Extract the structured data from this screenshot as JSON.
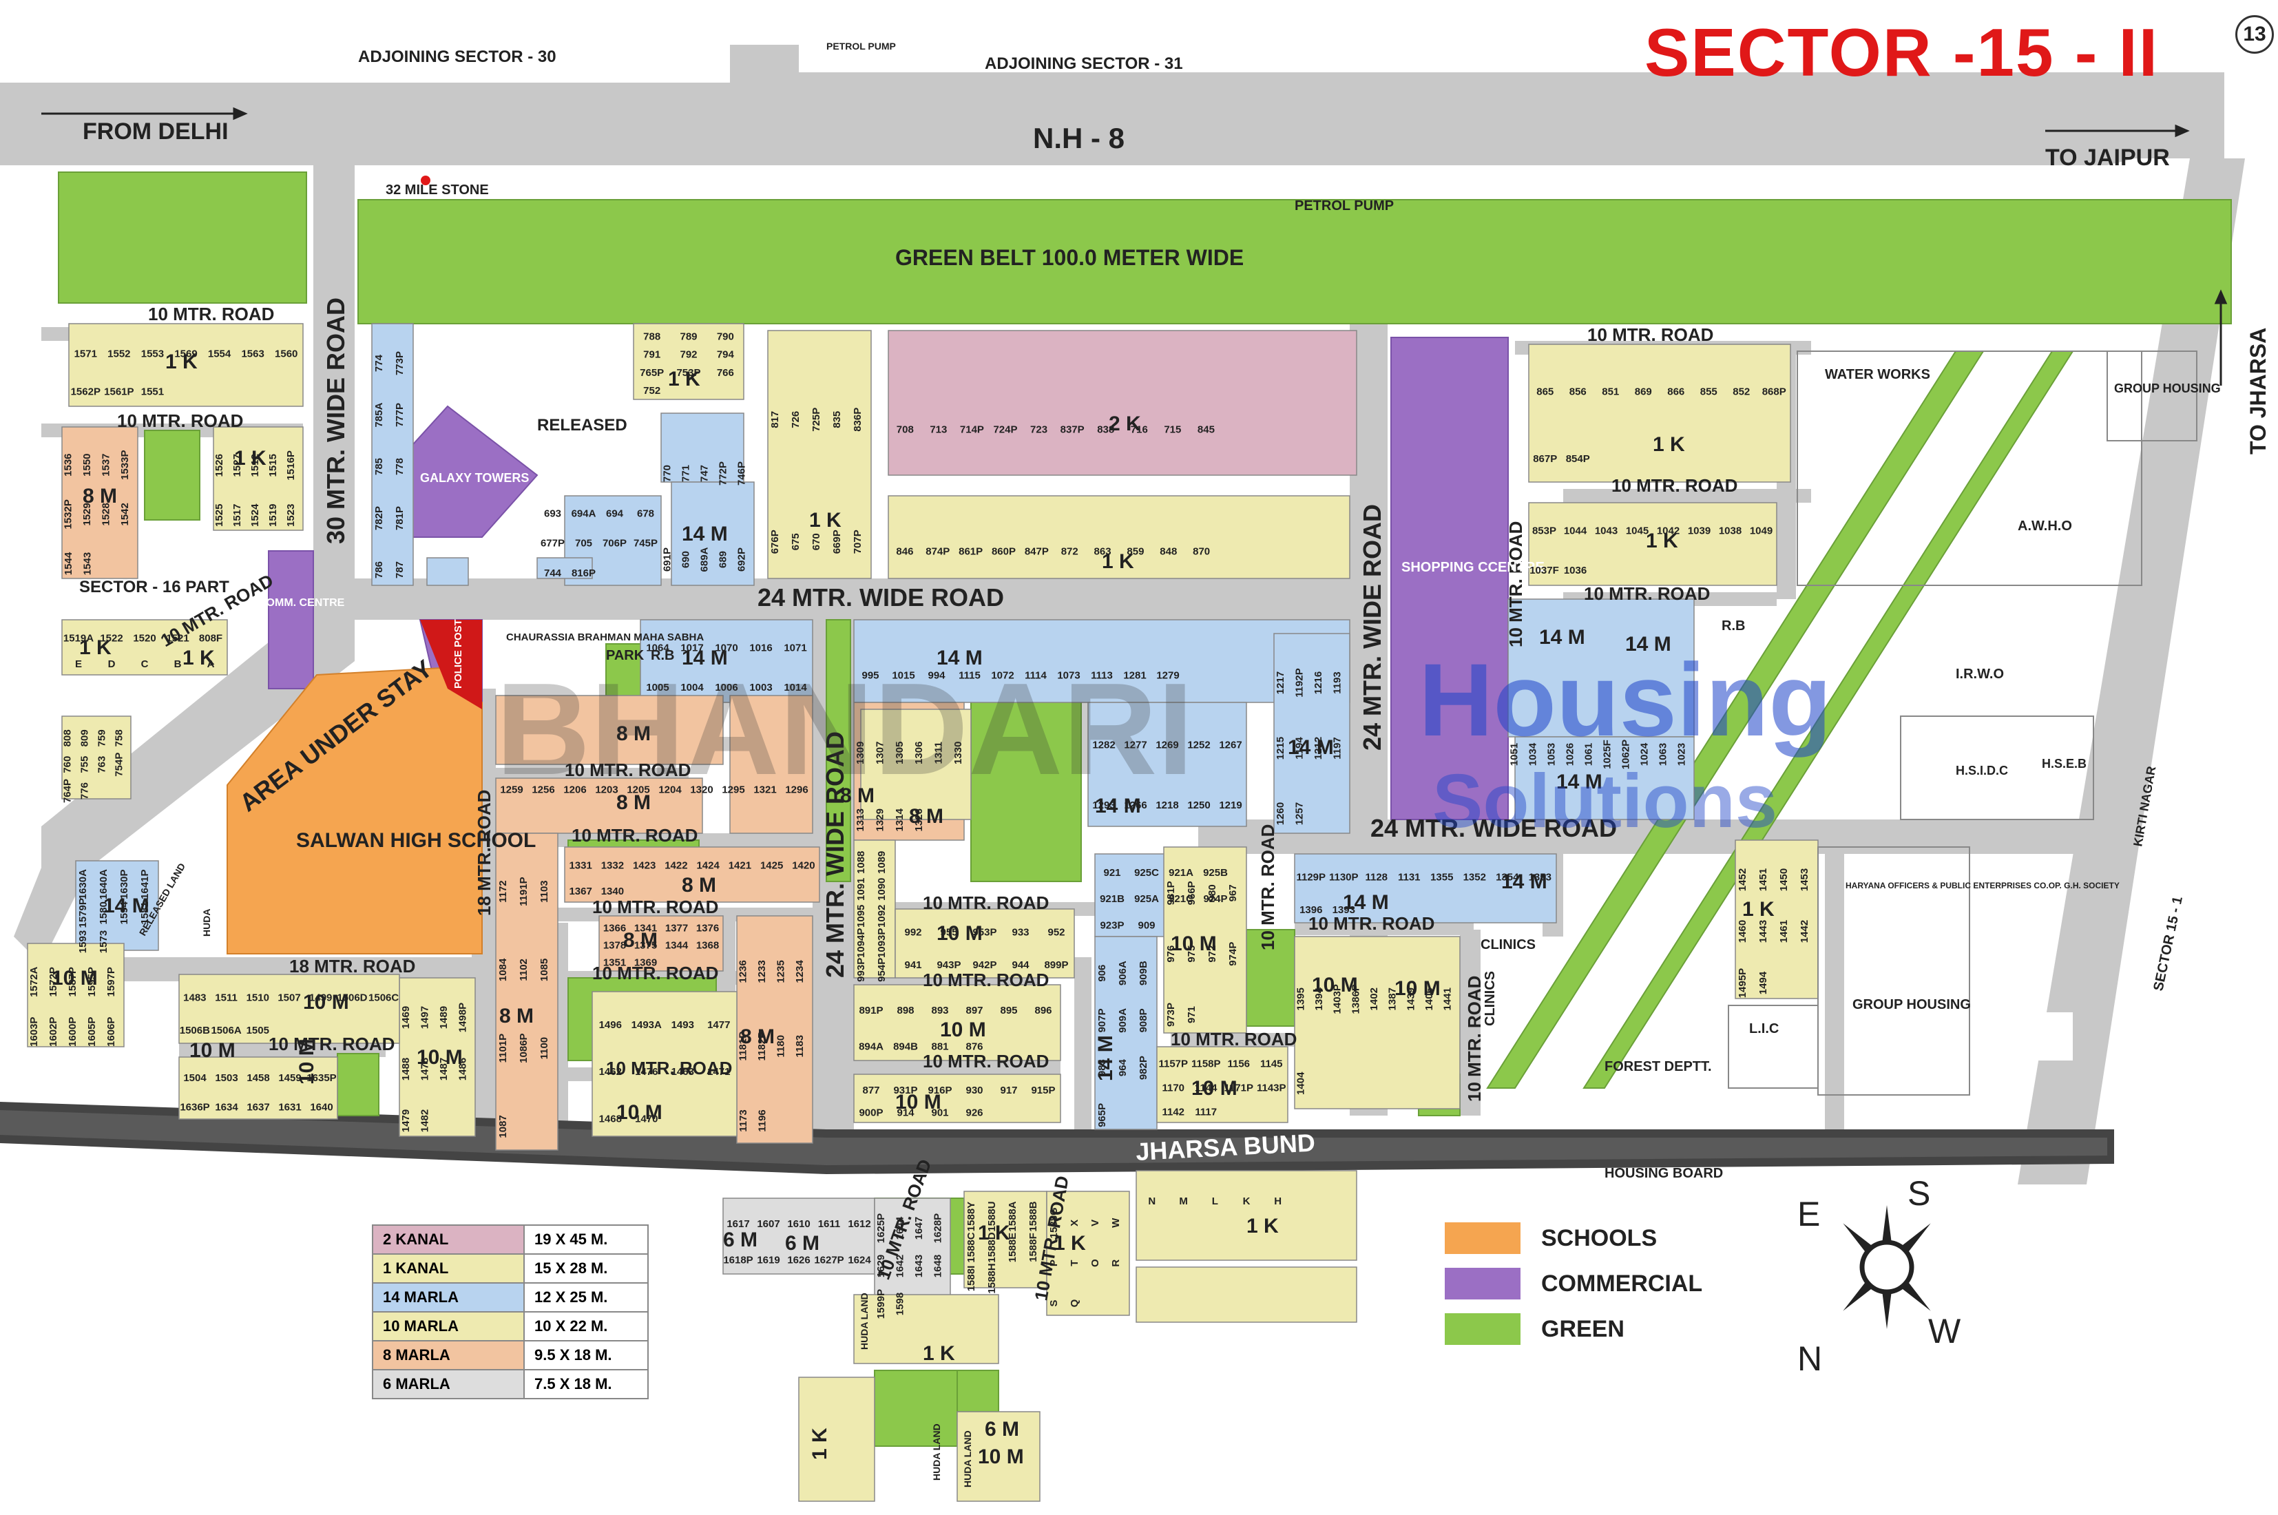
{
  "title": "SECTOR -15 - II",
  "sheet_number": "13",
  "colors": {
    "road": "#c8c8c8",
    "green": "#8cc84b",
    "commercial": "#9b6fc4",
    "school": "#f5a550",
    "two_kanal": "#dbb3c2",
    "one_kanal": "#eeeab0",
    "fourteen_marla": "#b8d3ef",
    "ten_marla": "#eeeab0",
    "eight_marla": "#f2c4a0",
    "six_marla": "#dddddd",
    "bund": "#444444",
    "title_red": "#e01818"
  },
  "top_labels": {
    "adj_30": "ADJOINING SECTOR - 30",
    "adj_31": "ADJOINING SECTOR - 31",
    "petrol_pump_top": "PETROL PUMP",
    "from_delhi": "FROM DELHI",
    "nh8": "N.H - 8",
    "to_jaipur": "TO JAIPUR",
    "mile_stone": "32 MILE STONE",
    "petrol_pump_belt": "PETROL PUMP",
    "green_belt": "GREEN BELT 100.0 METER WIDE",
    "to_jharsa": "TO JHARSA"
  },
  "roads": {
    "r30": "30 MTR. WIDE ROAD",
    "r24_top": "24 MTR. WIDE ROAD",
    "r24_vert_left": "24 MTR. WIDE ROAD",
    "r24_vert_right": "24 MTR. WIDE ROAD",
    "r24_lower": "24 MTR. WIDE ROAD",
    "r18_h": "18 MTR. ROAD",
    "r18_v": "18 MTR. ROAD",
    "r10": "10 MTR. ROAD",
    "area_under_stay": "AREA UNDER STAY",
    "jharsa_bund": "JHARSA BUND"
  },
  "places": {
    "released": "RELEASED",
    "galaxy_towers": "GALAXY TOWERS",
    "comm_centre": "COMM. CENTRE",
    "sector16": "SECTOR - 16 PART",
    "police_post": "POLICE POST",
    "salwan": "SALWAN HIGH SCHOOL",
    "chaurassia": "CHAURASSIA BRAHMAN MAHA SABHA",
    "park": "PARK",
    "rb": "R.B",
    "shopping": "SHOPPING CCENTRE",
    "water_works": "WATER WORKS",
    "group_housing_top": "GROUP HOUSING",
    "awho": "A.W.H.O",
    "irwo": "I.R.W.O",
    "hsidc": "H.S.I.D.C",
    "hseb": "H.S.E.B",
    "kirti_nagar": "KIRTI NAGAR",
    "haryana_officers": "HARYANA OFFICERS & PUBLIC ENTERPRISES CO.OP. G.H. SOCIETY",
    "sector15_1": "SECTOR 15 - 1",
    "group_housing_low": "GROUP HOUSING",
    "lic": "L.I.C",
    "forest": "FOREST DEPTT.",
    "clinics1": "CLINICS",
    "clinics2": "CLINICS",
    "housing_board": "HOUSING BOARD",
    "released_land": "RELEASED LAND",
    "huda": "HUDA",
    "huda_land": "HUDA LAND"
  },
  "sizes": {
    "k1": "1 K",
    "k2": "2 K",
    "m14": "14 M",
    "m10": "10 M",
    "m8": "8 M",
    "m6": "6 M"
  },
  "plot_numbers": [
    "1571",
    "1552",
    "1553",
    "1569",
    "1554",
    "1563",
    "1560",
    "1562P",
    "1561P",
    "1551",
    "1536",
    "1550",
    "1537",
    "1533P",
    "1532P",
    "1529",
    "1528",
    "1542",
    "1544",
    "1543",
    "1526",
    "1527",
    "1512",
    "1515",
    "1516P",
    "1525",
    "1517",
    "1524",
    "1519",
    "1523",
    "1519A",
    "1522",
    "1520",
    "1521",
    "808F",
    "E",
    "D",
    "C",
    "B",
    "A",
    "808",
    "809",
    "759",
    "758",
    "760",
    "755",
    "763",
    "754P",
    "764P",
    "776",
    "774",
    "773P",
    "785A",
    "777P",
    "785",
    "778",
    "782P",
    "781P",
    "786",
    "787",
    "788",
    "789",
    "790",
    "791",
    "792",
    "794",
    "765P",
    "753P",
    "766",
    "752",
    "770",
    "771",
    "747",
    "772P",
    "746P",
    "691P",
    "690",
    "689A",
    "689",
    "692P",
    "693",
    "694A",
    "694",
    "678",
    "677P",
    "705",
    "706P",
    "745P",
    "744",
    "816P",
    "817",
    "726",
    "725P",
    "835",
    "836P",
    "676P",
    "675",
    "670",
    "669P",
    "707P",
    "708",
    "713",
    "714P",
    "724P",
    "723",
    "837P",
    "838",
    "716",
    "715",
    "845",
    "846",
    "874P",
    "861P",
    "860P",
    "847P",
    "872",
    "863",
    "859",
    "848",
    "870",
    "865",
    "856",
    "851",
    "869",
    "866",
    "855",
    "852",
    "868P",
    "867P",
    "854P",
    "853P",
    "1044",
    "1043",
    "1045",
    "1042",
    "1039",
    "1038",
    "1049",
    "1037F",
    "1036",
    "1051",
    "1034",
    "1053",
    "1026",
    "1061",
    "1025F",
    "1062P",
    "1024",
    "1063",
    "1023",
    "1064",
    "1017",
    "1070",
    "1016",
    "1071",
    "1005",
    "1004",
    "1006",
    "1003",
    "1014",
    "995",
    "1015",
    "994",
    "1115",
    "1072",
    "1114",
    "1073",
    "1113",
    "1281",
    "1279",
    "1282",
    "1277",
    "1269",
    "1252",
    "1267",
    "1293",
    "1266",
    "1218",
    "1250",
    "1219",
    "1217",
    "1192P",
    "1216",
    "1193",
    "1215",
    "1194",
    "1212",
    "1197",
    "1260",
    "1257",
    "1259",
    "1256",
    "1206",
    "1203",
    "1205",
    "1204",
    "1320",
    "1295",
    "1321",
    "1296",
    "1309",
    "1307",
    "1305",
    "1306",
    "1311",
    "1330",
    "1313",
    "1329",
    "1314",
    "1326",
    "1331",
    "1332",
    "1423",
    "1422",
    "1424",
    "1421",
    "1425",
    "1420",
    "1367",
    "1340",
    "1366",
    "1341",
    "1377",
    "1376",
    "1378",
    "1375",
    "1344",
    "1368",
    "1351",
    "1369",
    "1236",
    "1233",
    "1235",
    "1234",
    "1181P",
    "1182P",
    "1180",
    "1183",
    "1173",
    "1196",
    "1172",
    "1191P",
    "1103",
    "1084",
    "1102",
    "1085",
    "1101P",
    "1086P",
    "1100",
    "1087",
    "1088",
    "1089",
    "1091",
    "1090",
    "1095",
    "1092",
    "1094P",
    "1093P",
    "993P",
    "954P",
    "992",
    "955",
    "953P",
    "933",
    "952",
    "941",
    "943P",
    "942P",
    "944",
    "899P",
    "891P",
    "898",
    "893",
    "897",
    "895",
    "896",
    "894A",
    "894B",
    "881",
    "876",
    "877",
    "931P",
    "916P",
    "930",
    "917",
    "915P",
    "900P",
    "914",
    "901",
    "926",
    "921",
    "925C",
    "921A",
    "925B",
    "921B",
    "925A",
    "921C",
    "924P",
    "923P",
    "909",
    "906",
    "906A",
    "909B",
    "907P",
    "909A",
    "908P",
    "983",
    "964",
    "982P",
    "965P",
    "981P",
    "966P",
    "980",
    "967",
    "976",
    "975",
    "972",
    "974P",
    "973P",
    "971",
    "1157P",
    "1158P",
    "1156",
    "1145",
    "1170",
    "1144",
    "1171P",
    "1143P",
    "1142",
    "1117",
    "1129P",
    "1130P",
    "1128",
    "1131",
    "1355",
    "1352",
    "1354",
    "1353",
    "1396",
    "1393",
    "1395",
    "1394",
    "1403P",
    "1386P",
    "1402",
    "1387",
    "1439",
    "1406",
    "1441",
    "1404",
    "1452",
    "1451",
    "1450",
    "1453",
    "1460",
    "1443",
    "1461",
    "1442",
    "1495P",
    "1494",
    "1496",
    "1493A",
    "1493",
    "1477",
    "1462",
    "1476",
    "1463",
    "1471",
    "1468",
    "1470",
    "1469",
    "1497",
    "1489",
    "1498P",
    "1488",
    "1478",
    "1487",
    "1486",
    "1479",
    "1482",
    "1483",
    "1511",
    "1510",
    "1507",
    "1499",
    "1506D",
    "1506C",
    "1506B",
    "1506A",
    "1505",
    "1504",
    "1503",
    "1458",
    "1459",
    "1635P",
    "1636P",
    "1634",
    "1637",
    "1631",
    "1640",
    "1630A",
    "1640A",
    "1630P",
    "1641P",
    "1579P",
    "1580",
    "1594",
    "1581",
    "1593",
    "1573",
    "1572A",
    "1572P",
    "1587P",
    "1595P",
    "1597P",
    "1603P",
    "1602P",
    "1600P",
    "1605P",
    "1606P",
    "1617",
    "1607",
    "1610",
    "1611",
    "1612",
    "1618P",
    "1619",
    "1626",
    "1627P",
    "1624",
    "1625P",
    "1644",
    "1647",
    "1628P",
    "1629",
    "1642",
    "1643",
    "1648",
    "1599P",
    "1598",
    "1588Y",
    "1588U",
    "1588A",
    "1588B",
    "1588C",
    "1588D",
    "1588E",
    "1588F",
    "1588I",
    "1588H",
    "1588G",
    "X",
    "V",
    "W",
    "P",
    "T",
    "O",
    "R",
    "S",
    "Q",
    "N",
    "M",
    "L",
    "K",
    "H"
  ],
  "legend": {
    "rows": [
      {
        "name": "2 KANAL",
        "size": "19 X 45 M."
      },
      {
        "name": "1 KANAL",
        "size": "15 X 28 M."
      },
      {
        "name": "14 MARLA",
        "size": "12 X 25 M."
      },
      {
        "name": "10 MARLA",
        "size": "10 X 22 M."
      },
      {
        "name": "8 MARLA",
        "size": "9.5 X 18 M."
      },
      {
        "name": "6 MARLA",
        "size": "7.5 X 18 M."
      }
    ],
    "colors": [
      {
        "label": "SCHOOLS",
        "color": "#f5a550"
      },
      {
        "label": "COMMERCIAL",
        "color": "#9b6fc4"
      },
      {
        "label": "GREEN",
        "color": "#8cc84b"
      }
    ]
  },
  "compass": {
    "e": "E",
    "s": "S",
    "n": "N",
    "w": "W"
  },
  "watermark": {
    "brand": "BHANDARI",
    "line1": "Housing",
    "line2": "Solutions"
  }
}
